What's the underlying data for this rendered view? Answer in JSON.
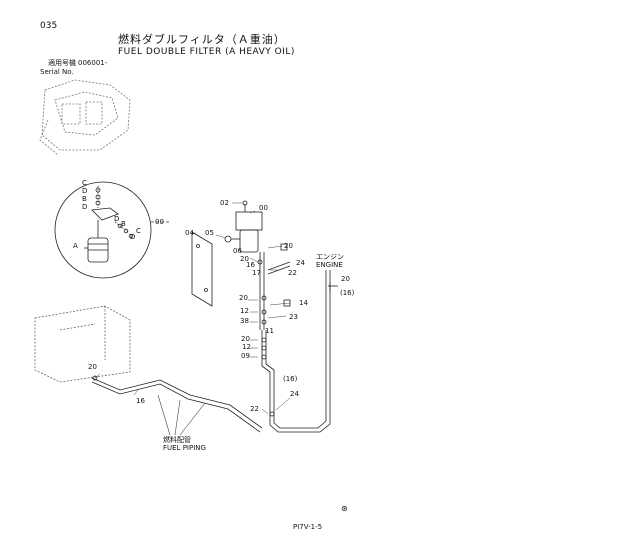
{
  "header": {
    "page_code": "035",
    "title_jp": "燃料ダブルフィルタ（Ａ重油）",
    "title_en": "FUEL DOUBLE FILTER (A HEAVY OIL)",
    "serial_label_jp": "適用号機",
    "serial_label_en": "Serial No.",
    "serial_value": "006001-"
  },
  "labels": {
    "c1": "C",
    "d1": "D",
    "b1": "B",
    "d2": "D",
    "a": "A",
    "d3": "D",
    "b2": "B",
    "c2": "C",
    "d4": "D",
    "detail_ref": "00",
    "p02": "02",
    "p00": "00",
    "p04": "04",
    "p05": "05",
    "p06": "06",
    "p20a": "20",
    "p20b": "20",
    "p16a": "16",
    "p24a": "24",
    "p17": "17",
    "p22a": "22",
    "p20c": "20",
    "p14": "14",
    "p12a": "12",
    "p23": "23",
    "p38": "38",
    "p11": "11",
    "p20d": "20",
    "p12b": "12",
    "p09": "09",
    "engine_jp": "エンジン",
    "engine_en": "ENGINE",
    "p20e": "20",
    "p16b": "(16)",
    "p20f": "20",
    "p16c": "16",
    "p16d": "(16)",
    "p22b": "22",
    "p24b": "24",
    "fuel_piping_jp": "燃料配管",
    "fuel_piping_en": "FUEL PIPING"
  },
  "footer": {
    "page_ref": "PI7V-1-5",
    "mark": "⊛"
  }
}
